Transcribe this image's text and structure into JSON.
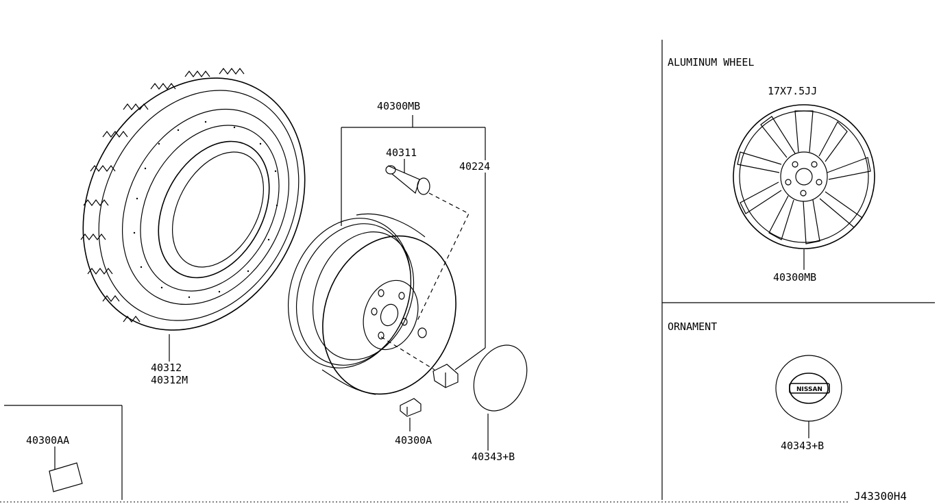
{
  "labels": {
    "tire_a": "40312",
    "tire_b": "40312M",
    "wheel_assembly": "40300MB",
    "valve": "40311",
    "nut": "40224",
    "balance_weight": "40300A",
    "balance_weight_alt": "40300AA",
    "cap": "40343+B"
  },
  "aluminum_wheel": {
    "heading": "ALUMINUM WHEEL",
    "size": "17X7.5JJ",
    "part": "40300MB"
  },
  "ornament": {
    "heading": "ORNAMENT",
    "part": "40343+B",
    "logo_text": "NISSAN"
  },
  "drawing_code": "J43300H4"
}
